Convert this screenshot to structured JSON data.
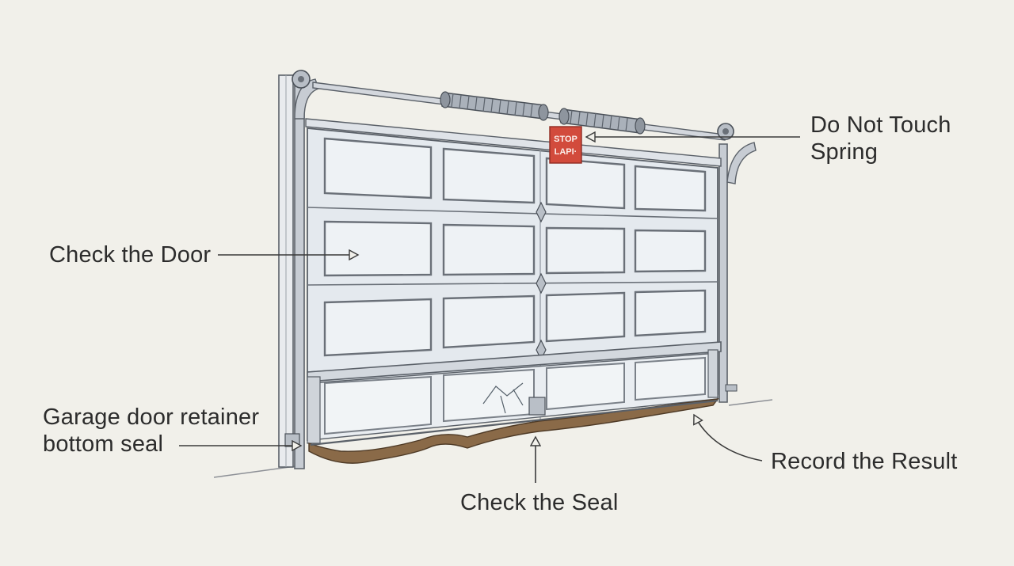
{
  "labels": {
    "spring_line1": "Do Not Touch",
    "spring_line2": "Spring",
    "door": "Check the Door",
    "retainer_line1": "Garage door retainer",
    "retainer_line2": "bottom seal",
    "seal": "Check the Seal",
    "result": "Record the Result"
  },
  "sign": {
    "line1": "STOP",
    "line2": "LAPI·"
  },
  "colors": {
    "background": "#f1f0ea",
    "outline": "#5a6068",
    "door_panel": "#e4e9ee",
    "sign_red": "#d24b3c",
    "seal_brown": "#8a6a48"
  }
}
